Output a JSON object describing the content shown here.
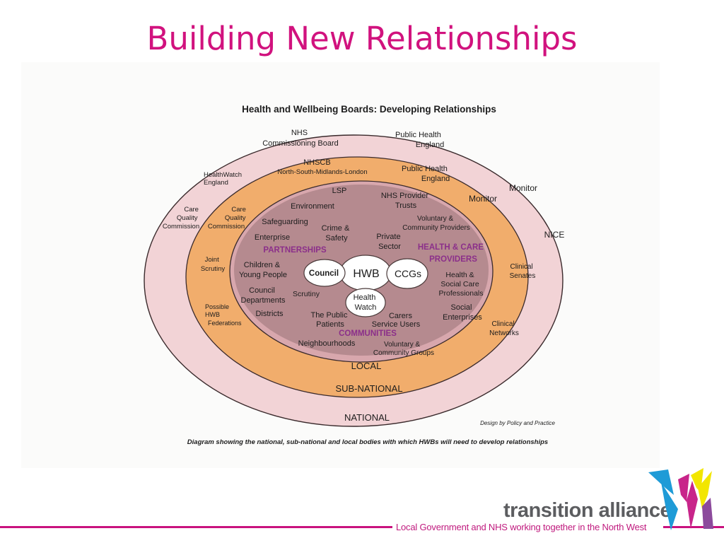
{
  "slide": {
    "title": "Building New Relationships"
  },
  "diagram": {
    "heading": "Health and Wellbeing Boards: Developing Relationships",
    "ring_labels": {
      "national": "NATIONAL",
      "sub_national": "SUB-NATIONAL",
      "local": "LOCAL"
    },
    "national": {
      "nhs_cb": [
        "NHS",
        "Commissioning Board"
      ],
      "phe": [
        "Public Health",
        "England"
      ],
      "healthwatch_england": [
        "HealthWatch",
        "England"
      ],
      "cqc": [
        "Care",
        "Quality",
        "Commission"
      ],
      "monitor": "Monitor",
      "nice": "NICE"
    },
    "sub_national": {
      "nhscb": [
        "NHSCB",
        "North-South-Midlands-London"
      ],
      "phe": [
        "Public Health",
        "England"
      ],
      "cqc": [
        "Care",
        "Quality",
        "Commission"
      ],
      "monitor": "Monitor",
      "joint_scrutiny": [
        "Joint",
        "Scrutiny"
      ],
      "possible_hwb": [
        "Possible",
        "HWB",
        "Federations"
      ],
      "clinical_senates": [
        "Clinical",
        "Senates"
      ],
      "clinical_networks": [
        "Clinical",
        "Networks"
      ]
    },
    "local": {
      "lsp": "LSP",
      "environment": "Environment",
      "safeguarding": "Safeguarding",
      "crime_safety": [
        "Crime &",
        "Safety"
      ],
      "enterprise": "Enterprise",
      "nhs_provider_trusts": [
        "NHS Provider",
        "Trusts"
      ],
      "voluntary_community_providers": [
        "Voluntary &",
        "Community Providers"
      ],
      "private_sector": [
        "Private",
        "Sector"
      ],
      "children_young_people": [
        "Children &",
        "Young People"
      ],
      "council_departments": [
        "Council",
        "Departments"
      ],
      "scrutiny": "Scrutiny",
      "districts": "Districts",
      "public_patients": [
        "The Public",
        "Patients"
      ],
      "carers_service_users": [
        "Carers",
        "Service Users"
      ],
      "neighbourhoods": "Neighbourhoods",
      "voluntary_community_groups": [
        "Voluntary &",
        "Community Groups"
      ],
      "health_social_care_professionals": [
        "Health &",
        "Social Care",
        "Professionals"
      ],
      "social_enterprises": [
        "Social",
        "Enterprises"
      ]
    },
    "group_labels": {
      "partnerships": "PARTNERSHIPS",
      "health_care_providers": [
        "HEALTH & CARE",
        "PROVIDERS"
      ],
      "communities": "COMMUNITIES"
    },
    "center": {
      "council": "Council",
      "hwb": "HWB",
      "ccgs": "CCGs",
      "health_watch": [
        "Health",
        "Watch"
      ]
    },
    "credit": "Design by Policy and Practice",
    "caption": "Diagram showing the national, sub-national and local bodies with which HWBs will need to develop relationships"
  },
  "footer": {
    "brand": "transition alliance",
    "tagline": "Local Government and NHS working together in the North West"
  },
  "colors": {
    "title": "#d1127e",
    "national_ring": "#f2d3d6",
    "sub_national_ring": "#f1ad6c",
    "local_ring": "#d8a7ad",
    "core": "#b58a8f",
    "group_label": "#8b2f8a",
    "footer_line": "#c9127e"
  }
}
